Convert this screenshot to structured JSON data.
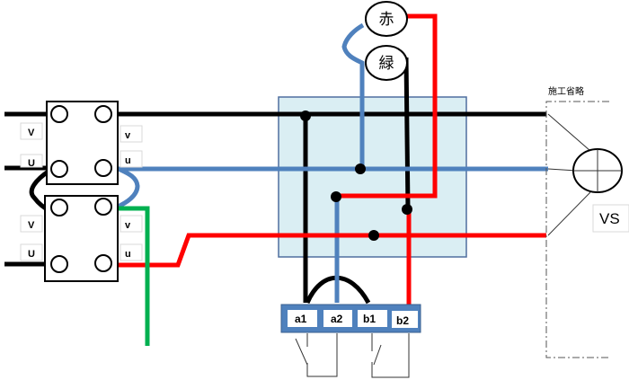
{
  "title": "Wiring diagram: breakers, junction box, pilot lamps and switch",
  "colors": {
    "black_wire": "#000000",
    "white_wire": "#4f81bd",
    "red_wire": "#ff0000",
    "ground_wire": "#00b050",
    "junction_box_fill": "#daeef3",
    "switch_body": "#4f81bd"
  },
  "breakers": {
    "upper": {
      "left_labels": {
        "top": "V",
        "bottom": "U"
      },
      "right_labels": {
        "top": "v",
        "bottom": "u"
      }
    },
    "lower": {
      "left_labels": {
        "top": "V",
        "bottom": "U"
      },
      "right_labels": {
        "top": "v",
        "bottom": "u"
      }
    }
  },
  "lamps": {
    "red": {
      "label": "赤"
    },
    "green": {
      "label": "緑"
    }
  },
  "switch": {
    "terminals": [
      "a1",
      "a2",
      "b1",
      "b2"
    ]
  },
  "load": {
    "note": "施工省略",
    "label": "VS"
  }
}
